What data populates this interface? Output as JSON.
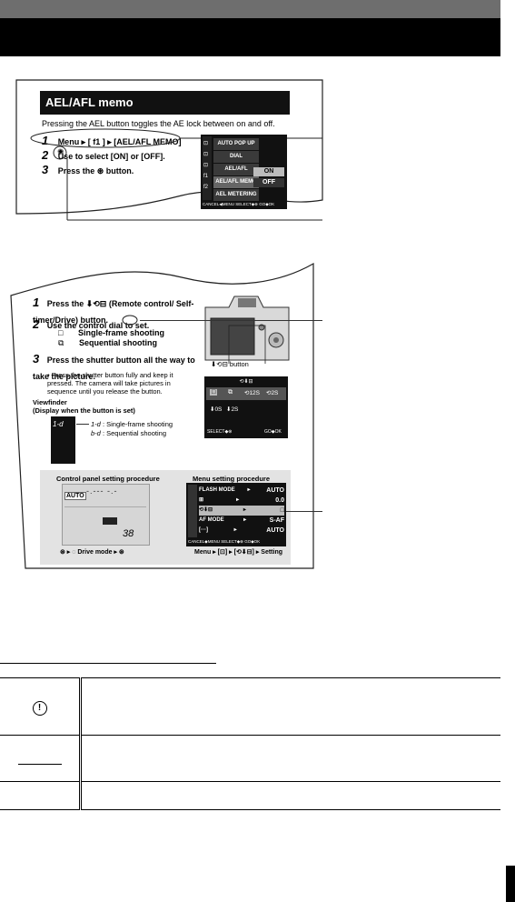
{
  "sample1": {
    "title": "AEL/AFL memo",
    "intro": "Pressing the AEL button toggles the AE lock between on and off.",
    "steps": [
      {
        "num": "1",
        "text": "Menu ▸ [ f1 ] ▸ [AEL/AFL MEMO]"
      },
      {
        "num": "2",
        "text": "Use      to select [ON] or [OFF]."
      },
      {
        "num": "3",
        "text": "Press the ⊛ button."
      }
    ],
    "menu": {
      "items": [
        "AUTO POP UP",
        "DIAL",
        "AEL/AFL",
        "AEL/AFL MEMO",
        "AEL METERING"
      ],
      "tabs": [
        "⊡",
        "⊡",
        "⊡",
        "f1",
        "f2"
      ],
      "options": [
        "ON",
        "OFF"
      ],
      "footer": "CANCEL◀MENU  SELECT◆⊕  GO◆OK"
    }
  },
  "sample2": {
    "steps": [
      {
        "num": "1",
        "text": "Press the  ⬇⟲⊟ (Remote control/ Self-timer/Drive) button."
      },
      {
        "num": "2",
        "text": "Use the control dial      to set."
      },
      {
        "num": "3",
        "text": "Press the shutter button all the way to take the picture."
      }
    ],
    "options": [
      {
        "icon": "□",
        "label": "Single-frame shooting"
      },
      {
        "icon": "⧉",
        "label": "Sequential shooting"
      }
    ],
    "note": "• Press the shutter button fully and keep it pressed. The camera will take pictures in sequence until you release the button.",
    "viewfinder_title": "Viewfinder",
    "viewfinder_sub": "(Display when the       button is set)",
    "viewfinder_lcd": "1-d",
    "viewfinder_legend": [
      {
        "code": "1-d",
        "label": ": Single-frame shooting"
      },
      {
        "code": "b-d",
        "label": ": Sequential shooting"
      }
    ],
    "button_caption": "⬇⟲⊟ button",
    "drive_screen": {
      "top": "⟲⬇⊟",
      "row1": [
        "□",
        "⧉",
        "⟲12S",
        "⟲2S"
      ],
      "row2": [
        "⬇0S",
        "⬇2S"
      ],
      "footer_left": "SELECT◆⊛",
      "footer_right": "GO◆OK"
    },
    "control_panel": {
      "title": "Control panel setting procedure",
      "auto": "AUTO",
      "shots": "38",
      "footer": "⊛ ▸ ◌ Drive mode ▸ ⊛"
    },
    "menu_panel": {
      "title": "Menu setting procedure",
      "rows": [
        {
          "label": "FLASH MODE",
          "value": "AUTO"
        },
        {
          "label": "⊞",
          "value": "0.0"
        },
        {
          "label": "⟲⬇⊟",
          "value": "□"
        },
        {
          "label": "AF MODE",
          "value": "S-AF"
        },
        {
          "label": "[···]",
          "value": "AUTO"
        }
      ],
      "footer": "CANCEL◆MENU  SELECT◆⊕  GO◆OK",
      "path": "Menu ▸ [⊡] ▸ [⟲⬇⊟] ▸ Setting"
    }
  },
  "legend_table": {
    "rows": [
      {
        "icon": "!"
      },
      {
        "icon": ""
      },
      {
        "icon": ""
      }
    ]
  }
}
